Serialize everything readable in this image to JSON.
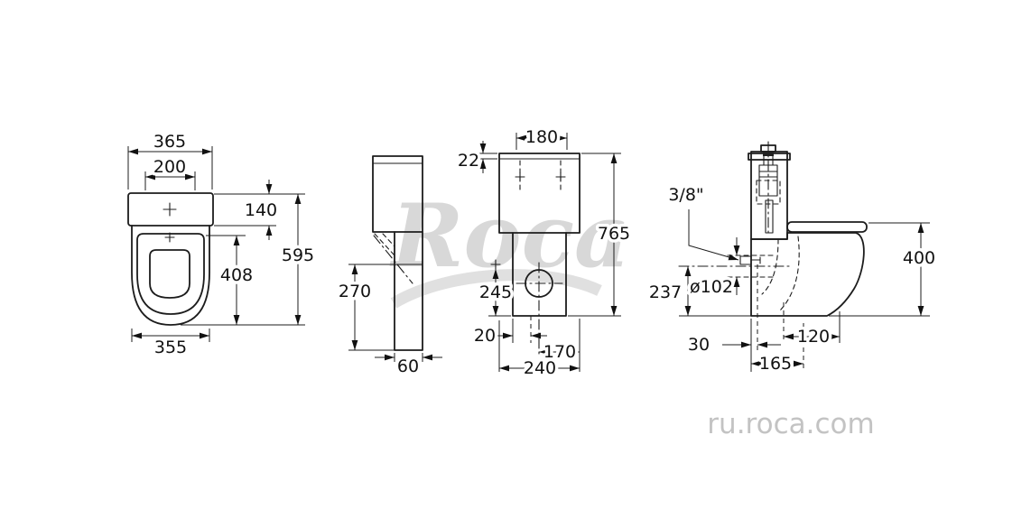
{
  "watermark": {
    "brand": "Roca",
    "site": "ru.roca.com"
  },
  "views": {
    "top": {
      "w365": "365",
      "w200": "200",
      "h140": "140",
      "h595": "595",
      "h408": "408",
      "w355": "355"
    },
    "cistern": {
      "h270": "270",
      "w60": "60"
    },
    "front": {
      "w180": "180",
      "h22": "22",
      "h765": "765",
      "h245": "245",
      "w20": "20",
      "w170": "170",
      "w240": "240"
    },
    "profile": {
      "inlet": "3/8\"",
      "dia": "ø102",
      "h237": "237",
      "w30": "30",
      "w120": "120",
      "w165": "165",
      "h400": "400"
    }
  }
}
